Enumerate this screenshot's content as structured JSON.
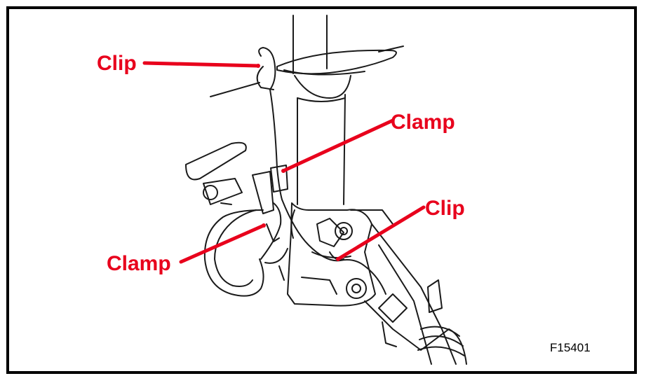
{
  "callouts": {
    "clip_top": "Clip",
    "clamp_upper": "Clamp",
    "clip_right": "Clip",
    "clamp_lower": "Clamp"
  },
  "figure_code": "F15401",
  "colors": {
    "callout": "#e8001c",
    "line_art": "#1a1a1a",
    "frame": "#000000"
  }
}
